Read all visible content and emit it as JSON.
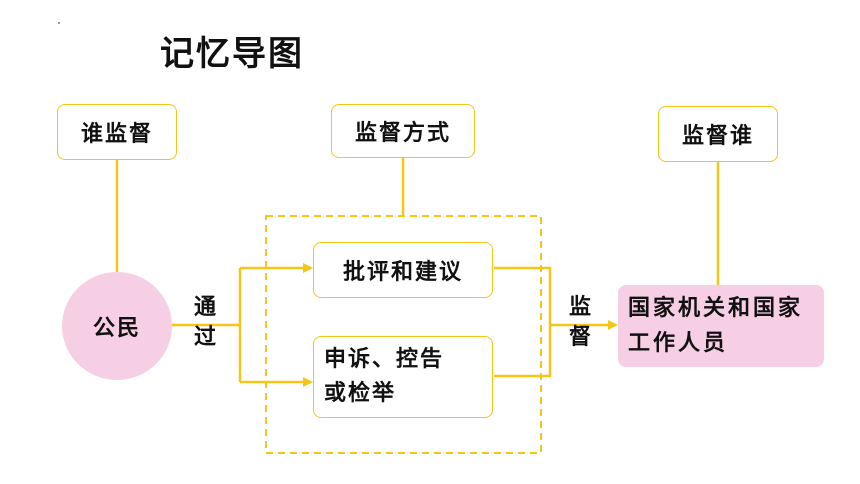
{
  "title": "记忆导图",
  "headers": {
    "who": "谁监督",
    "method": "监督方式",
    "whom": "监督谁"
  },
  "subject": "公民",
  "via": "通过",
  "methods": {
    "criticism": "批评和建议",
    "complaint": "申诉、控告或检举"
  },
  "action": "监督",
  "target": "国家机关和国家工作人员",
  "colors": {
    "line": "#f5c518",
    "pink": "#f7cfe4"
  }
}
